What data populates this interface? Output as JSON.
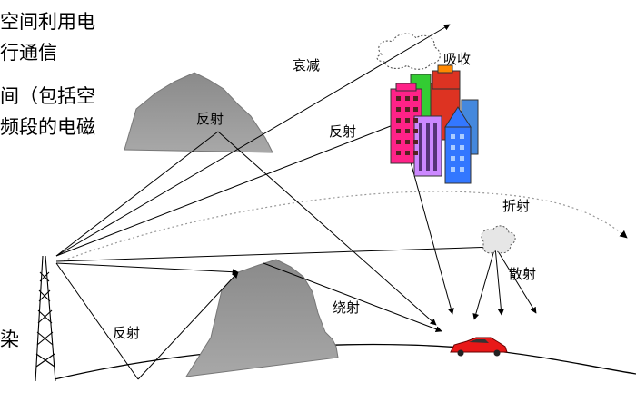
{
  "side_text": {
    "line1": "空间利用电",
    "line2": "行通信",
    "line3": "间（包括空",
    "line4": "频段的电磁",
    "line5": "染"
  },
  "labels": {
    "attenuation": "衰减",
    "absorption": "吸收",
    "reflection_mountain": "反射",
    "reflection_building": "反射",
    "refraction": "折射",
    "scattering": "散射",
    "diffraction": "绕射",
    "reflection_ground": "反射"
  }
}
